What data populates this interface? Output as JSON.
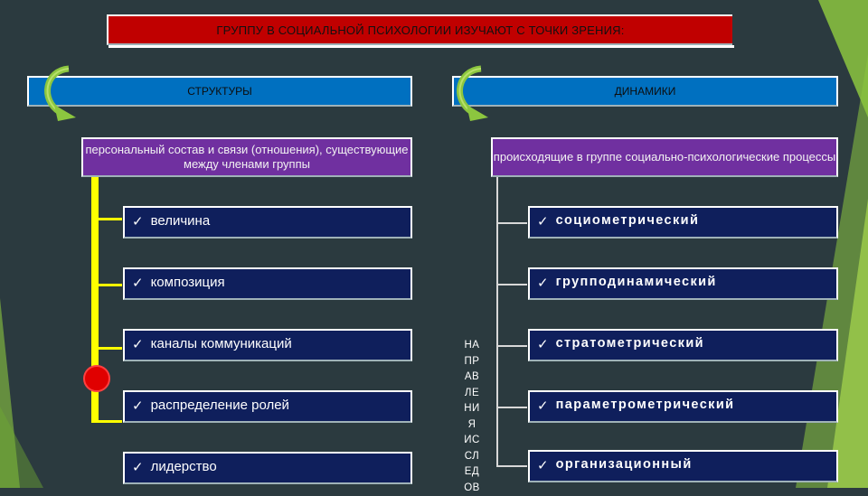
{
  "title": "ГРУППУ В СОЦИАЛЬНОЙ ПСИХОЛОГИИ ИЗУЧАЮТ С ТОЧКИ ЗРЕНИЯ:",
  "left": {
    "header": "СТРУКТУРЫ",
    "description": "персональный состав и связи (отношения), существующие между членами группы",
    "items": [
      "величина",
      "композиция",
      "каналы коммуникаций",
      "распределение ролей",
      "лидерство"
    ]
  },
  "right": {
    "header": "ДИНАМИКИ",
    "description": "происходящие в группе социально-психологические процессы",
    "items": [
      "социометрический",
      "групподинамический",
      "стратометрический",
      "параметрометрический",
      "организационный"
    ]
  },
  "vertical_label": "НА\nПР\nАВ\nЛЕ\nНИ\nЯ\nИС\nСЛ\nЕД\nОВ",
  "checkmark": "✓",
  "colors": {
    "background": "#2b3a3f",
    "title_bar": "#c00000",
    "header_bar": "#0070c0",
    "description_bar": "#7030a0",
    "item_bar": "#0f1f5c",
    "connector_left": "#ffff00",
    "accent_green": "#8cc63f",
    "marker": "#e00000"
  }
}
